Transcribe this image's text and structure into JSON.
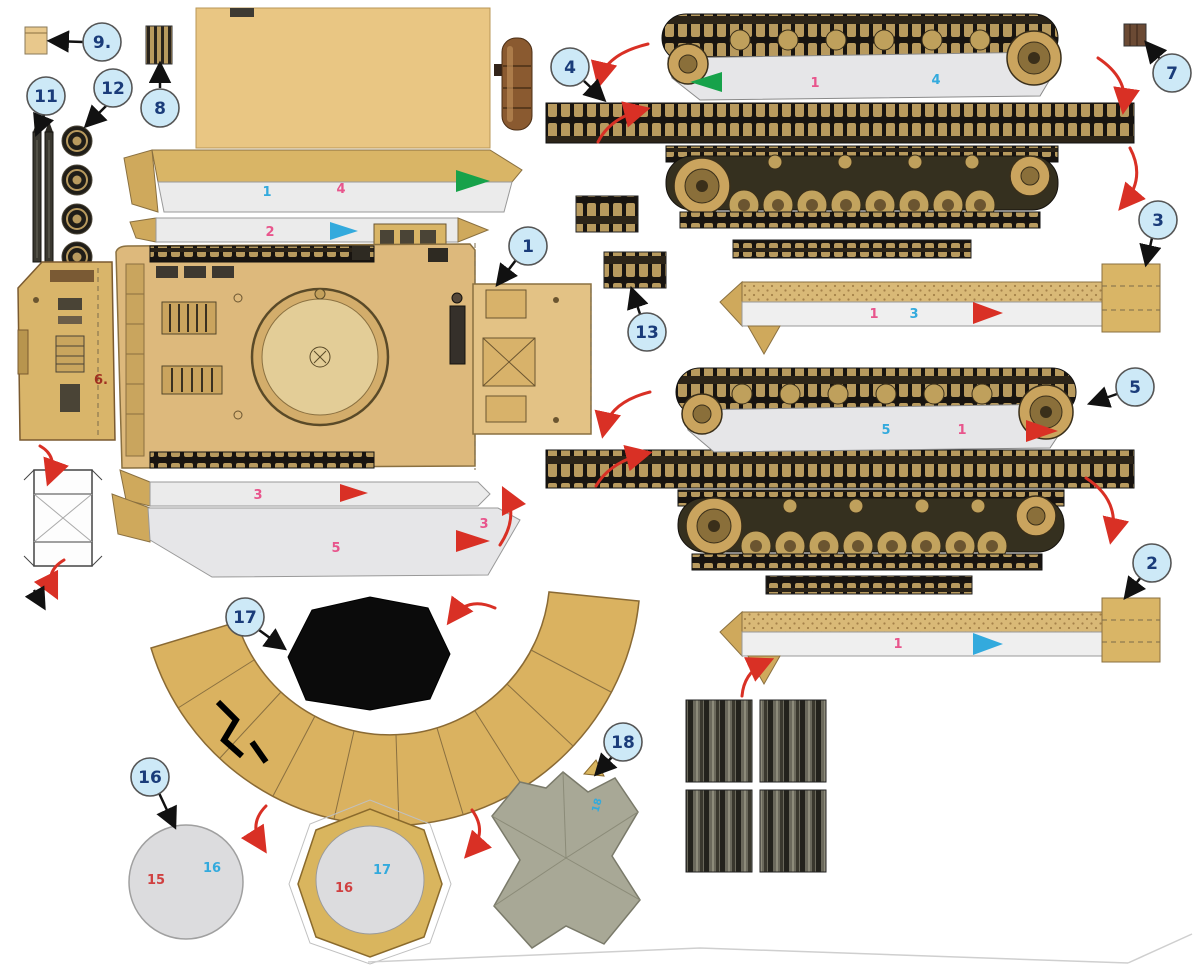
{
  "document": {
    "type": "papercraft-parts-sheet",
    "subject": "desert-tan tank paper model cut-out sheet with numbered assembly callouts"
  },
  "callouts": {
    "c1": "1",
    "c2": "2",
    "c3": "3",
    "c4": "4",
    "c5": "5",
    "c7": "7",
    "c8": "8",
    "c9": "9.",
    "c11": "11",
    "c12": "12",
    "c13": "13",
    "c16": "16",
    "c17": "17",
    "c18": "18"
  },
  "labels": {
    "glacis_blue": "1",
    "glacis_pink": "4",
    "strip2_pink": "2",
    "part6": "6.",
    "strip3_pink": "3",
    "piece5_pink": "5",
    "piece5_corner_pink": "3",
    "sideA_pink": "1",
    "sideA_blue": "4",
    "fenderA_pink": "1",
    "fenderA_blue": "3",
    "sideB_blue": "5",
    "sideB_pink": "1",
    "fenderB_pink": "1",
    "disc_red": "15",
    "disc_blue": "16",
    "turret_red": "16",
    "turret_blue": "17",
    "cloth_blue": "18"
  },
  "colors": {
    "hull_tan": "#ddb97c",
    "tan_dark": "#caa45e",
    "part_gray": "#ebebeb",
    "track_dark": "#181410",
    "track_link": "#b89a5e",
    "callout_fill": "#cde9f7",
    "callout_text": "#1a3c7a",
    "label_pink": "#e8558c",
    "label_blue": "#33aadd",
    "label_red": "#d04040",
    "arrow_red": "#d93025",
    "arrow_green": "#17a24a",
    "octagon_black": "#0b0b0b",
    "cloth_olive": "#a8a896",
    "drum_brown": "#8a5a30"
  }
}
